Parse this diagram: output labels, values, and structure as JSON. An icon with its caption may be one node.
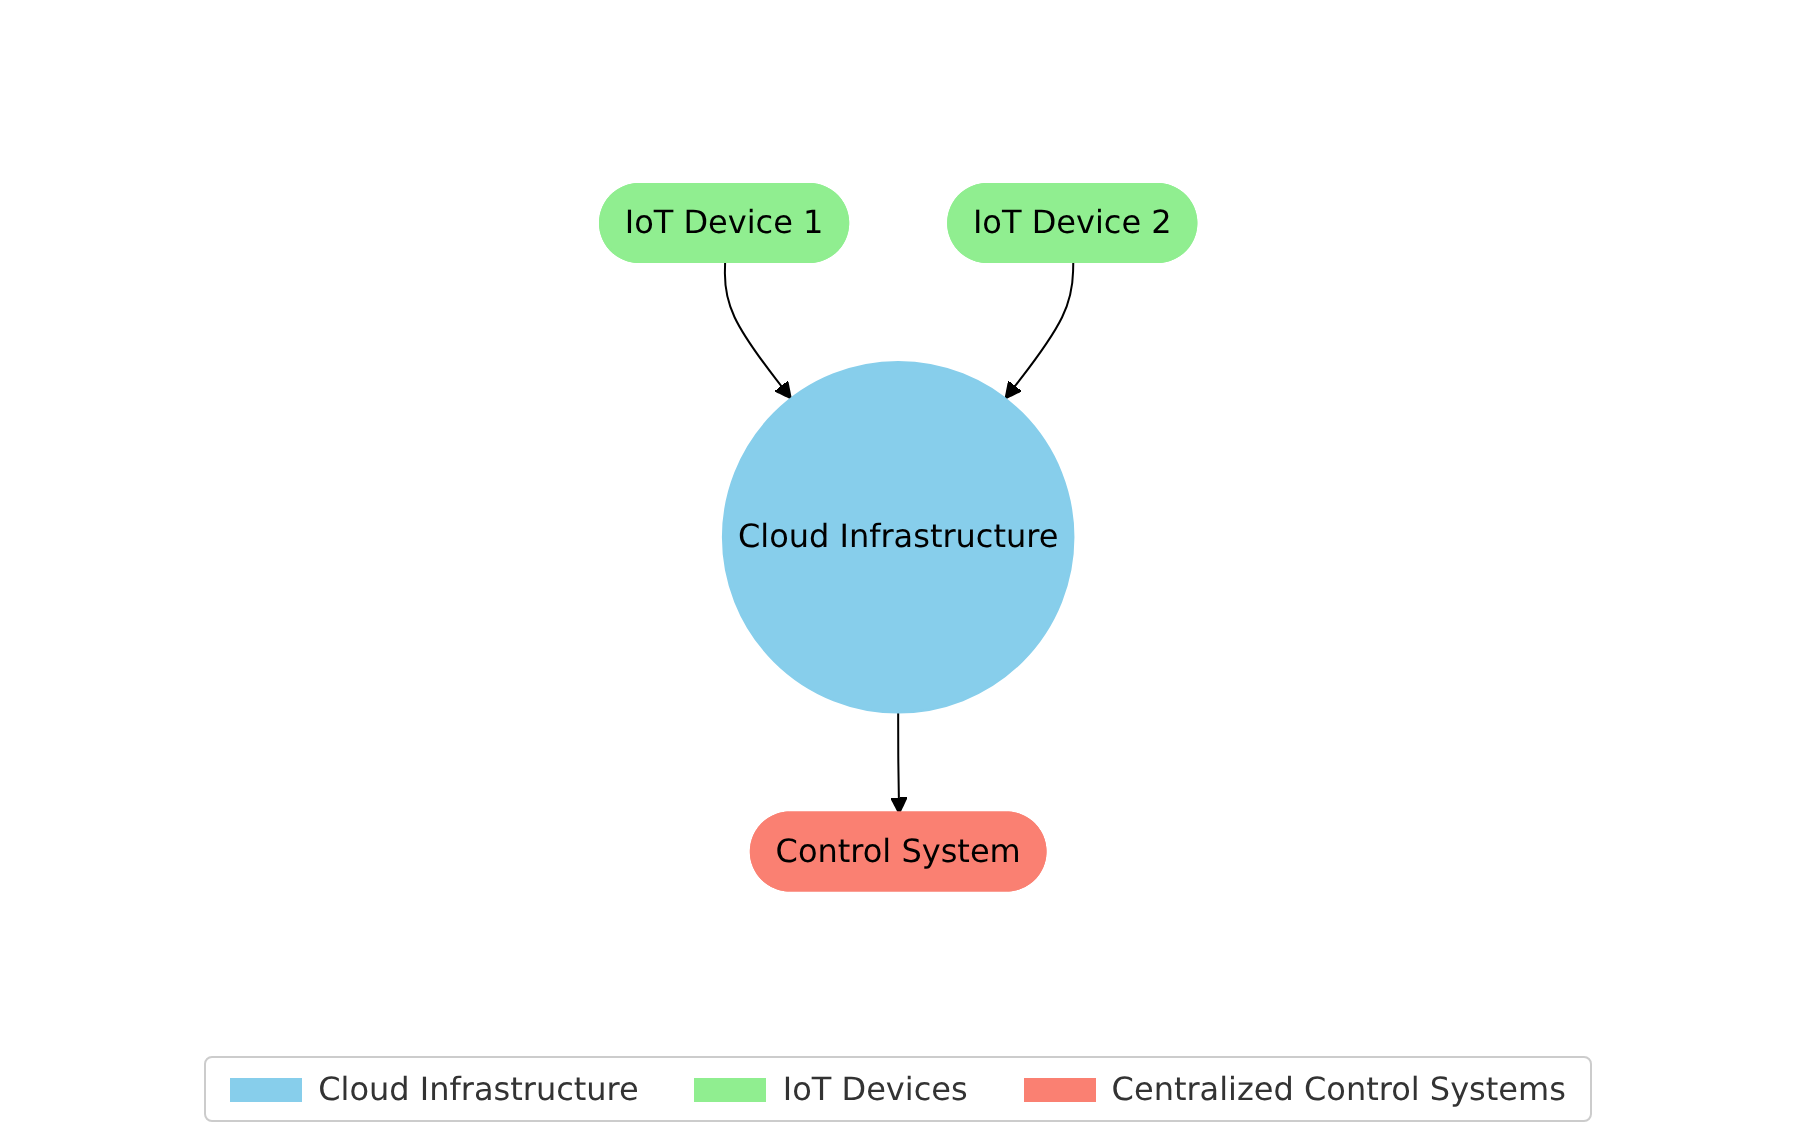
{
  "diagram": {
    "nodes": [
      {
        "text": [
          "Cloud Infrastructure"
        ]
      },
      {
        "text": [
          "IoT Device 1"
        ]
      },
      {
        "text": [
          "IoT Device 2"
        ]
      },
      {
        "text": [
          "Control System"
        ]
      }
    ],
    "edges": [
      {
        "from": 1,
        "to": 0,
        "arrow": "to"
      },
      {
        "from": 2,
        "to": 0,
        "arrow": "to"
      },
      {
        "from": 0,
        "to": 3,
        "arrow": "to"
      }
    ],
    "legend": [
      {
        "text": "Cloud Infrastructure",
        "color": "#87ceeb"
      },
      {
        "text": "IoT Devices",
        "color": "#90ee90"
      },
      {
        "text": "Centralized Control Systems",
        "color": "#fa8072"
      }
    ]
  }
}
